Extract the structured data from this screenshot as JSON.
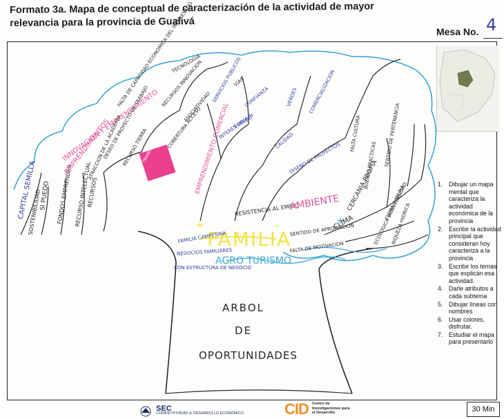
{
  "header": {
    "title": "Formato 3a. Mapa de conceptual de  caracterización de la actividad de mayor relevancia para la provincia de Gualivá",
    "mesa_label": "Mesa No.",
    "mesa_value": "4"
  },
  "tree": {
    "center": "FAMILIA",
    "center_sub": "AGRO TURISMO",
    "trunk_lines": [
      "ARBOL",
      "DE",
      "OPORTUNIDADES"
    ],
    "plus_left": "+",
    "plus_right": "+",
    "minus": "-",
    "left_labels": [
      "CAPITAL SEMILLA",
      "SI PUEDO",
      "SOSTENIBILIDAD",
      "FONDOS EMPRENDER",
      "RECURSO INTELECTUAL",
      "RECURSOS",
      "EMPRENDIMIENTOS"
    ],
    "innovation": "INNOVACION Y EMPRENDIMIENTO",
    "upper_left": [
      "FALTA DE CAPACIDAD ECONOMICA DEL INTERESADO",
      "DESEO DE PROYECTO DE TRABAJO",
      "RECURSO TIERRA",
      "ATRACCION DE LA ACADEMIA"
    ],
    "sticky_note": "TRAMITES LEGALES",
    "mid": [
      "COBERTURA ACCESO",
      "TECNOLOGIA",
      "RECURSOS INNOVACION",
      "ASOCIATIVIDAD",
      "VIAS",
      "SERVICIOS PUBLICOS",
      "INTERES COMUN",
      "CONFIANZA",
      "EMPLEO"
    ],
    "emprendimiento": "EMPRENDIMIENTO COMERCIAL",
    "resistencia": "RESISTENCIA AL EMBIO",
    "ambiente": "AMBIENTE",
    "right_branches": [
      "VERDES",
      "CALIDAD",
      "COMERCIALIZACION",
      "DISEÑO DE PROYECTOS",
      "FALTA CULTURA",
      "CERCANIA PROPIA",
      "CLIMA",
      "ECOLOGICA BIODIVERSIDAD",
      "FLORA Y FAUNA",
      "RIQUEZA HIDRICA",
      "BUENAS PRACTICAS",
      "SENTIDO DE PERTENENCIA"
    ],
    "left_root": [
      "FAMILIA CAMPESINA",
      "NEGOCIOS FAMILIARES",
      "CON ESTRUCTURA DE NEGOCIO"
    ],
    "right_root": [
      "SENTIDO DE APROPIACION",
      "FALTA DE MOTIVACION"
    ]
  },
  "instructions": [
    {
      "n": "1.",
      "text": "Dibujar un mapa mental que caracteriza la actividad económica de la provincia"
    },
    {
      "n": "2.",
      "text": "Escribir la actividad principal que consideran hoy caracteriza a la provincia"
    },
    {
      "n": "3.",
      "text": "Escribir los temas que explican esa actividad."
    },
    {
      "n": "4.",
      "text": "Darle atributos a cada subtema"
    },
    {
      "n": "5.",
      "text": "Dibujar líneas con nombres"
    },
    {
      "n": "6.",
      "text": "Usar colores, disfrutar."
    },
    {
      "n": "7.",
      "text": "Estudiar el mapa para presentarlo"
    }
  ],
  "footer": {
    "sec_logo": "SEC",
    "sec_sub": "COMPETITIVIDAD & DESARROLLO ECONÓMICO",
    "cid_logo": "CID",
    "cid_sub": "Centro de Investigaciones para el Desarrollo",
    "time": "30 Min"
  },
  "colors": {
    "ink_blue": "#2e3d9e",
    "ink_black": "#262626",
    "ink_yellow": "#f1e44a",
    "ink_pink": "#e0559c",
    "ink_cyan": "#3aa6d8",
    "ink_green": "#5b8c3a",
    "sticky_pink": "#ea3e8f"
  }
}
